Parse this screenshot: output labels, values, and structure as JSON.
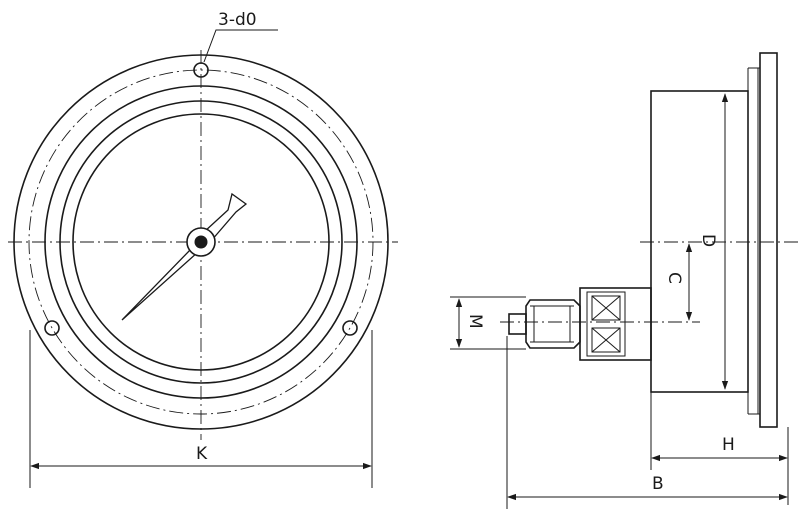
{
  "front_view": {
    "hole_callout": "3-d0",
    "dim_K": "K"
  },
  "side_view": {
    "dim_D": "D",
    "dim_C": "C",
    "dim_M": "M",
    "dim_H": "H",
    "dim_B": "B"
  },
  "colors": {
    "line": "#1a1a1a",
    "background": "#ffffff"
  }
}
